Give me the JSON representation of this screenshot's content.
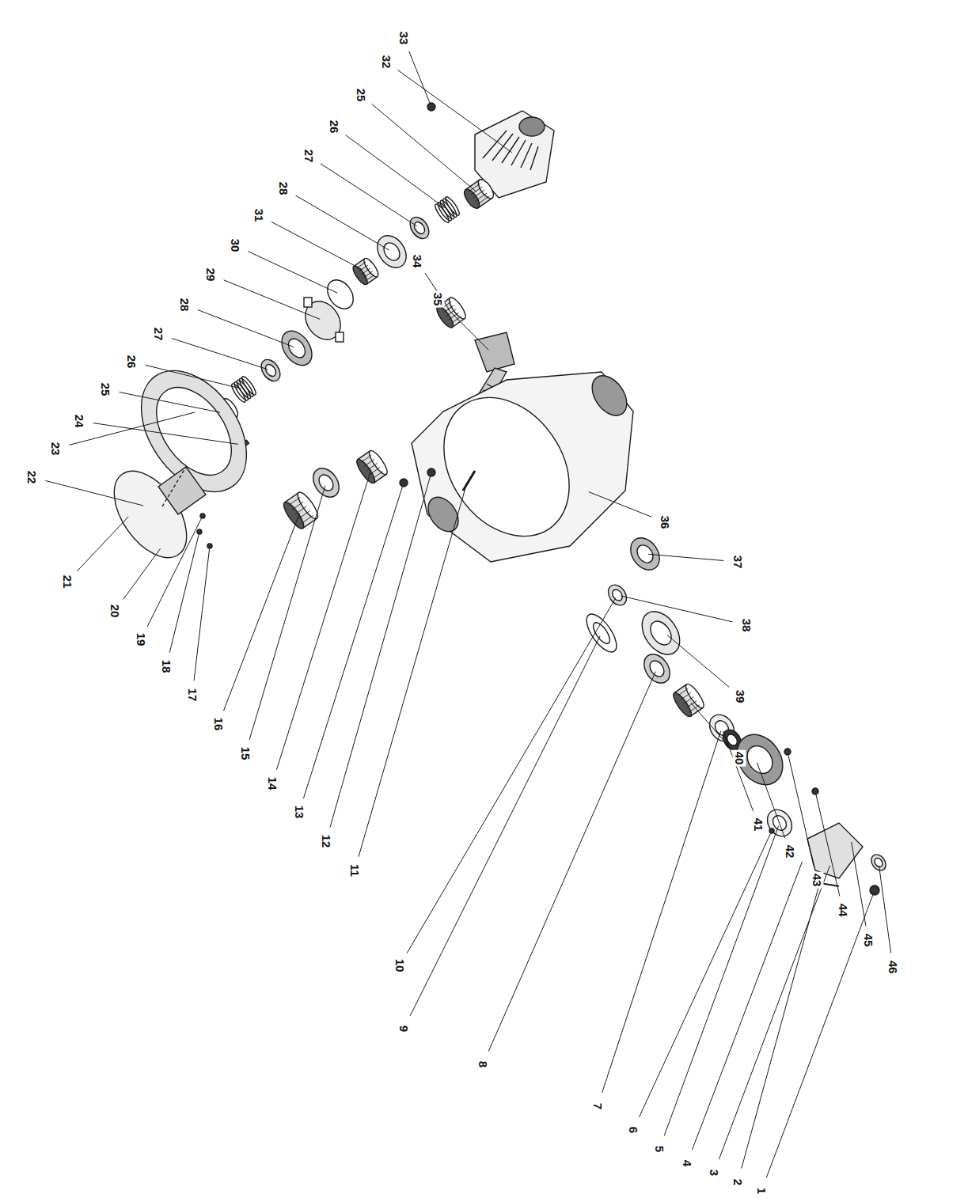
{
  "diagram": {
    "labels": [
      "33",
      "32",
      "25",
      "26",
      "27",
      "28",
      "31",
      "30",
      "29",
      "28",
      "27",
      "26",
      "25",
      "24",
      "23",
      "22",
      "34",
      "35",
      "36",
      "37",
      "38",
      "39",
      "40",
      "41",
      "42",
      "43",
      "44",
      "45",
      "46",
      "21",
      "20",
      "19",
      "18",
      "17",
      "16",
      "15",
      "14",
      "13",
      "12",
      "11",
      "10",
      "9",
      "8",
      "7",
      "6",
      "5",
      "4",
      "3",
      "2",
      "1"
    ]
  }
}
